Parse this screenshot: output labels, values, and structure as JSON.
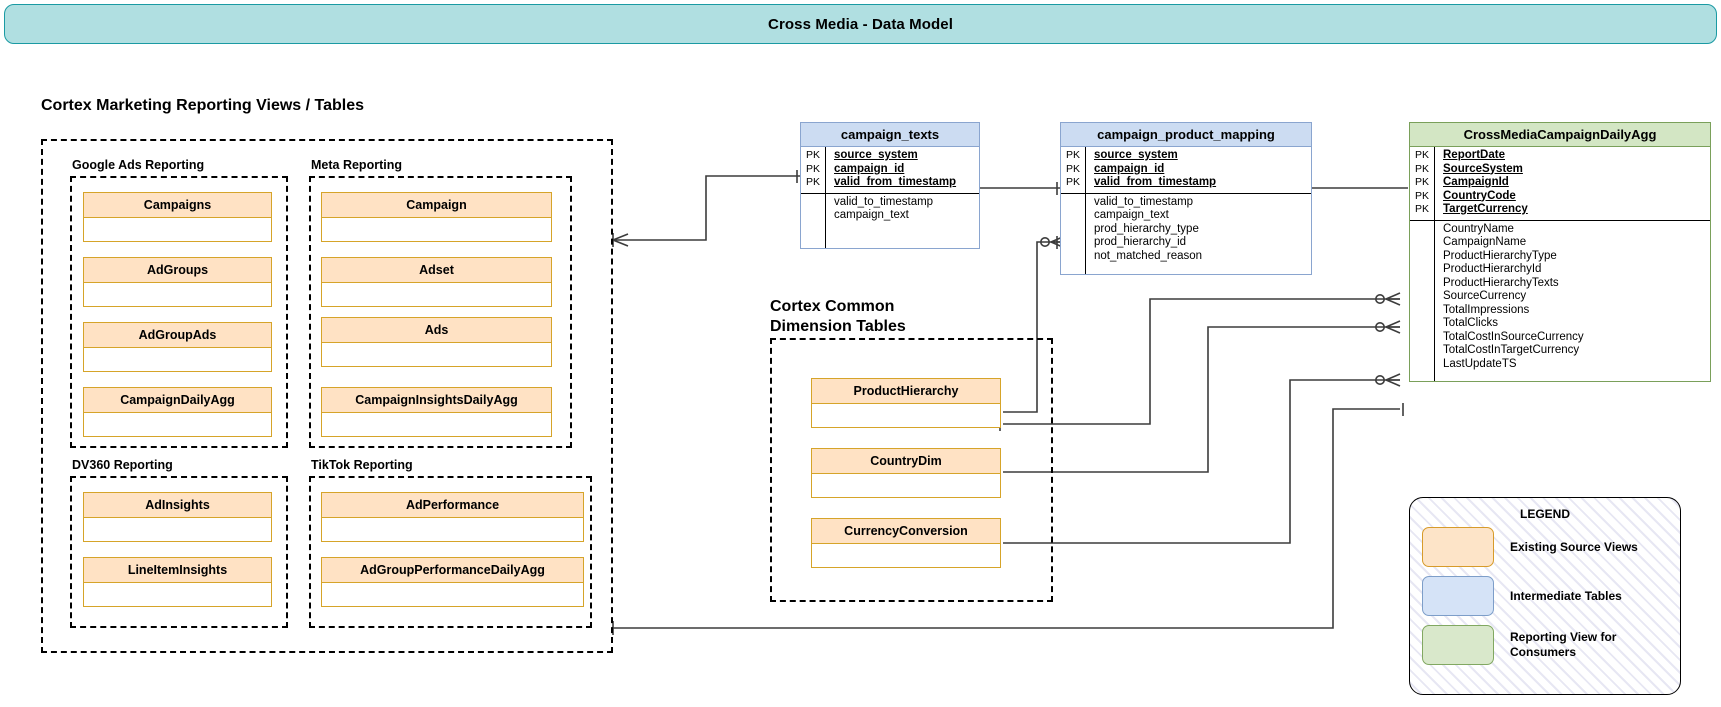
{
  "title": {
    "text": "Cross Media - Data Model"
  },
  "sections": {
    "reporting_heading": "Cortex Marketing Reporting Views / Tables",
    "dimension_heading": "Cortex Common\nDimension Tables"
  },
  "groups": [
    {
      "label": "Google Ads Reporting",
      "entities": [
        "Campaigns",
        "AdGroups",
        "AdGroupAds",
        "CampaignDailyAgg"
      ]
    },
    {
      "label": "Meta Reporting",
      "entities": [
        "Campaign",
        "Adset",
        "Ads",
        "CampaignInsightsDailyAgg"
      ]
    },
    {
      "label": "DV360 Reporting",
      "entities": [
        "AdInsights",
        "LineItemInsights"
      ]
    },
    {
      "label": "TikTok Reporting",
      "entities": [
        "AdPerformance",
        "AdGroupPerformanceDailyAgg"
      ]
    }
  ],
  "dimension_tables": [
    "ProductHierarchy",
    "CountryDim",
    "CurrencyConversion"
  ],
  "erd_tables": [
    {
      "name": "campaign_texts",
      "kind": "intermediate",
      "pk_fields": [
        "source_system",
        "campaign_id",
        "valid_from_timestamp"
      ],
      "fields": [
        "valid_to_timestamp",
        "campaign_text"
      ]
    },
    {
      "name": "campaign_product_mapping",
      "kind": "intermediate",
      "pk_fields": [
        "source_system",
        "campaign_id",
        "valid_from_timestamp"
      ],
      "fields": [
        "valid_to_timestamp",
        "campaign_text",
        "prod_hierarchy_type",
        "prod_hierarchy_id",
        "not_matched_reason"
      ]
    },
    {
      "name": "CrossMediaCampaignDailyAgg",
      "kind": "reporting",
      "pk_fields": [
        "ReportDate",
        "SourceSystem",
        "CampaignId",
        "CountryCode",
        "TargetCurrency"
      ],
      "fields": [
        "CountryName",
        "CampaignName",
        "ProductHierarchyType",
        "ProductHierarchyId",
        "ProductHierarchyTexts",
        "SourceCurrency",
        "TotalImpressions",
        "TotalClicks",
        "TotalCostInSourceCurrency",
        "TotalCostInTargetCurrency",
        "LastUpdateTS"
      ]
    }
  ],
  "pk_marker": "PK",
  "legend": {
    "title": "LEGEND",
    "items": [
      {
        "swatch": "orange",
        "label": "Existing Source Views"
      },
      {
        "swatch": "blue",
        "label": "Intermediate Tables"
      },
      {
        "swatch": "green",
        "label": "Reporting View for\nConsumers"
      }
    ]
  },
  "colors": {
    "banner_fill": "#b0dfe1",
    "banner_stroke": "#1a9aa3",
    "source_view_fill": "#ffe2c4",
    "source_view_stroke": "#d6a429",
    "intermediate_fill": "#ccdcf2",
    "intermediate_stroke": "#8aa5cf",
    "reporting_fill": "#d3e6c4",
    "reporting_stroke": "#7aa05a"
  }
}
